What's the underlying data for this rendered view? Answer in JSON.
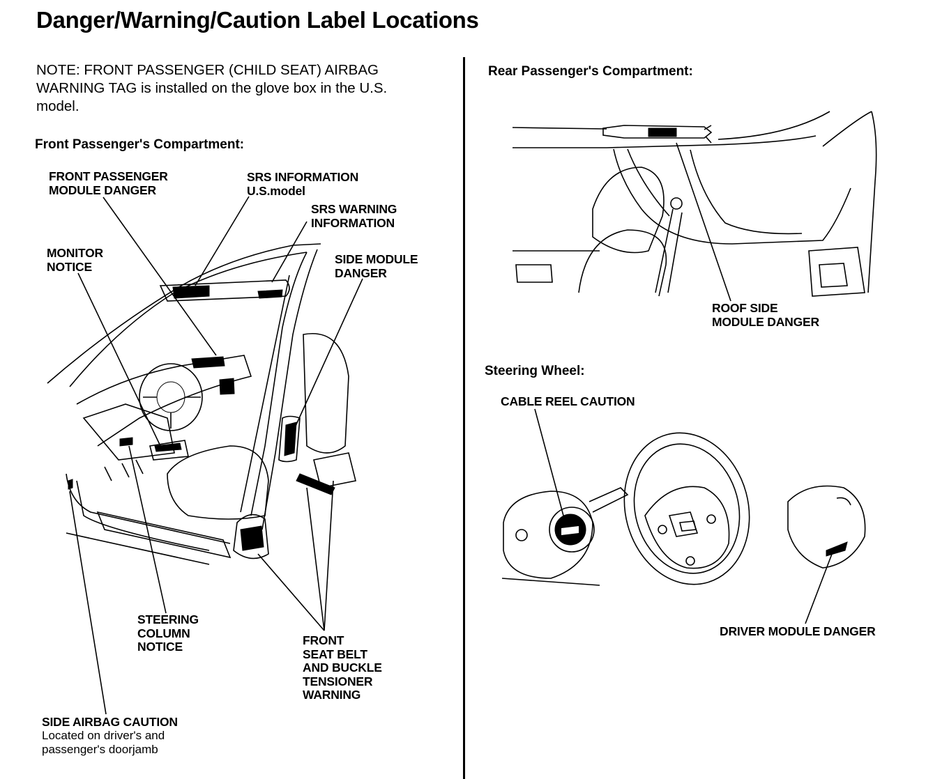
{
  "title": "Danger/Warning/Caution Label Locations",
  "note": "NOTE: FRONT PASSENGER (CHILD SEAT) AIRBAG\nWARNING TAG is installed on the glove box in the U.S.\nmodel.",
  "sections": {
    "front": "Front Passenger's Compartment:",
    "rear": "Rear Passenger's Compartment:",
    "steering": "Steering Wheel:"
  },
  "labels": {
    "front_passenger_module_danger": "FRONT PASSENGER\nMODULE DANGER",
    "srs_information": "SRS INFORMATION\nU.S.model",
    "srs_warning_information": "SRS WARNING\nINFORMATION",
    "monitor_notice": "MONITOR\nNOTICE",
    "side_module_danger": "SIDE MODULE\nDANGER",
    "steering_column_notice": "STEERING\nCOLUMN\nNOTICE",
    "front_seat_belt": "FRONT\nSEAT BELT\nAND BUCKLE\nTENSIONER\nWARNING",
    "side_airbag_caution": "SIDE AIRBAG CAUTION",
    "side_airbag_caution_sub": "Located on driver's and\npassenger's doorjamb",
    "roof_side_module_danger": "ROOF SIDE\nMODULE DANGER",
    "cable_reel_caution": "CABLE REEL CAUTION",
    "driver_module_danger": "DRIVER MODULE DANGER"
  }
}
